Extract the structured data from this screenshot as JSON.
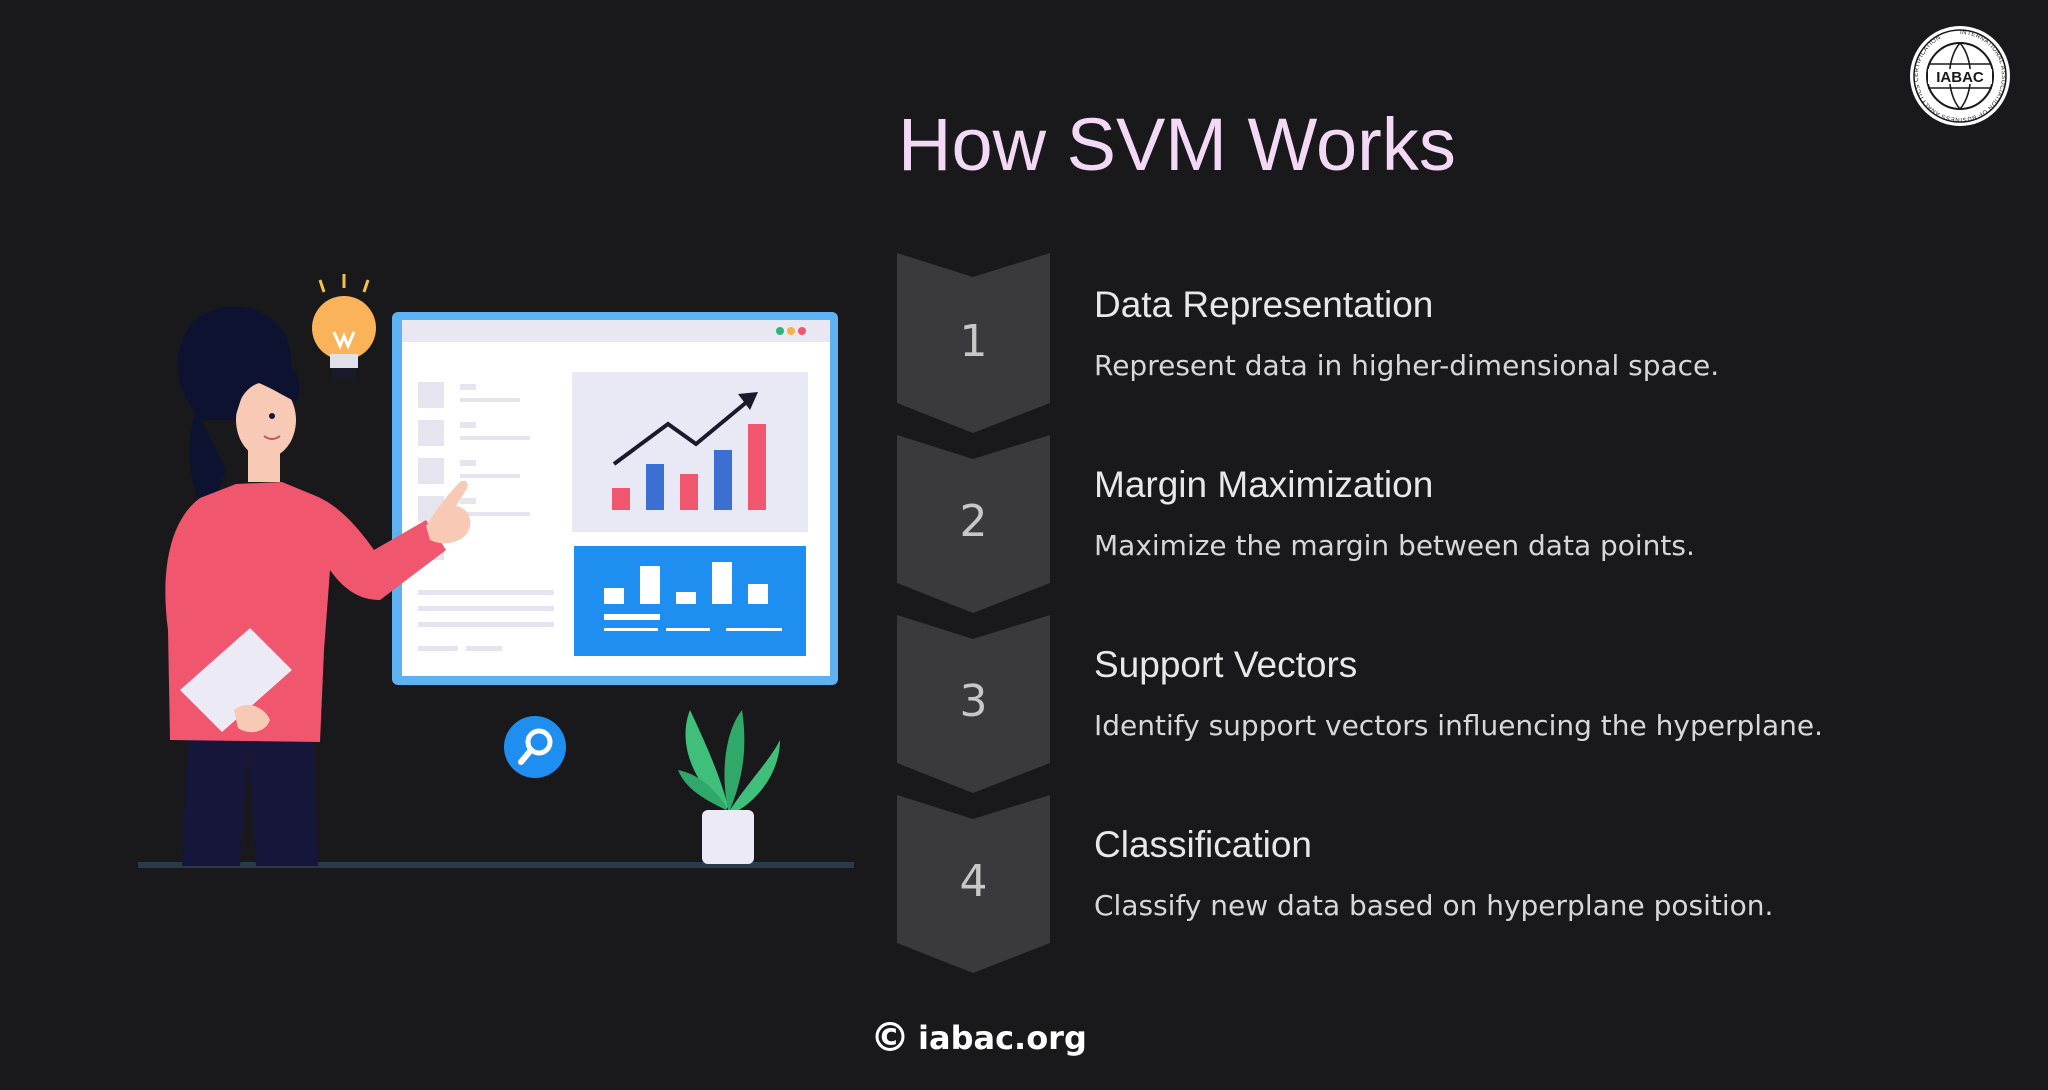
{
  "slide": {
    "title": "How SVM Works"
  },
  "logo": {
    "text": "IABAC",
    "ring_text": "INTERNATIONAL ASSOCIATION OF BUSINESS ANALYTICS CERTIFICATION"
  },
  "steps": [
    {
      "number": "1",
      "title": "Data Representation",
      "description": "Represent data in higher-dimensional space."
    },
    {
      "number": "2",
      "title": "Margin Maximization",
      "description": "Maximize the margin between data points."
    },
    {
      "number": "3",
      "title": "Support Vectors",
      "description": "Identify support vectors influencing the hyperplane."
    },
    {
      "number": "4",
      "title": "Classification",
      "description": "Classify new data based on hyperplane position."
    }
  ],
  "footer": {
    "copyright_symbol": "©",
    "site": "iabac.org"
  },
  "colors": {
    "background": "#19191b",
    "title": "#f3d9f5",
    "chevron": "#3a3a3d",
    "accent_blue": "#1e8ff0",
    "accent_pink": "#f0566e"
  }
}
